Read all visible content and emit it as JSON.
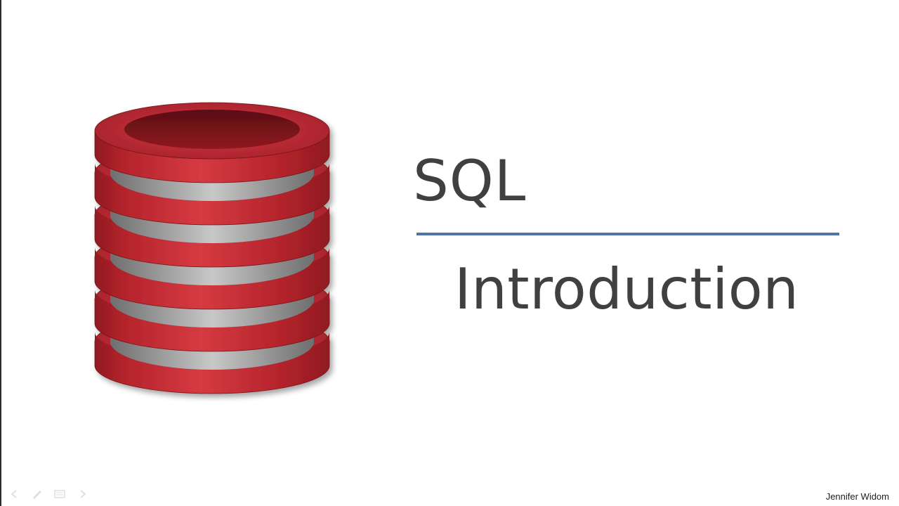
{
  "slide": {
    "title": "SQL",
    "subtitle": "Introduction",
    "author": "Jennifer Widom"
  },
  "graphic": {
    "icon": "database-icon",
    "disks": 6,
    "colors": {
      "disk": "#c0262e",
      "disk_dark": "#8f1a20",
      "disk_light": "#d63a42",
      "gap": "#8c8c8c",
      "gap_light": "#bdbdbd"
    }
  },
  "colors": {
    "text": "#404040",
    "divider": "#4f75a8",
    "background": "#ffffff"
  },
  "controls": {
    "icons": [
      "previous-slide-icon",
      "pen-icon",
      "slides-menu-icon",
      "next-slide-icon"
    ]
  }
}
